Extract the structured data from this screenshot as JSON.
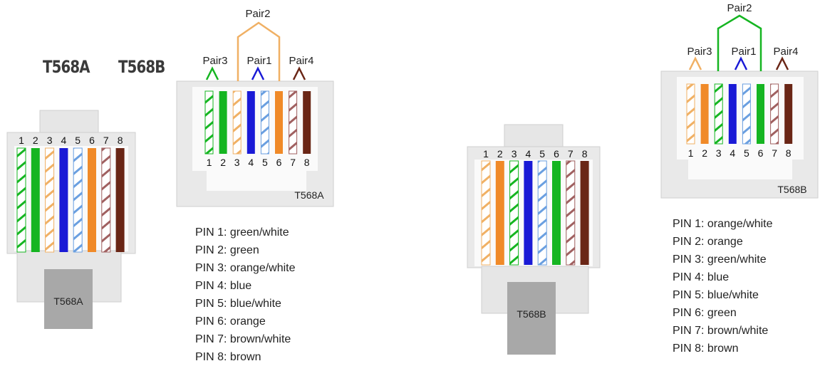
{
  "headings": {
    "a": "T568A",
    "b": "T568B"
  },
  "colors": {
    "green": "#15b521",
    "orange": "#f08a28",
    "blue": "#1a1ad6",
    "brown": "#6a2616",
    "green_light": "#b9e6b8",
    "orange_light": "#f6d89e",
    "blue_light": "#cfe2f6",
    "brown_light": "#e0c3bf",
    "pair2_line": "#f0b064"
  },
  "front_views": [
    {
      "label": "T568A",
      "pin_numbers": [
        "1",
        "2",
        "3",
        "4",
        "5",
        "6",
        "7",
        "8"
      ],
      "wires": [
        "green_stripe",
        "green",
        "orange_stripe",
        "blue",
        "blue_stripe",
        "orange",
        "brown_stripe",
        "brown"
      ]
    },
    {
      "label": "T568B",
      "pin_numbers": [
        "1",
        "2",
        "3",
        "4",
        "5",
        "6",
        "7",
        "8"
      ],
      "wires": [
        "orange_stripe",
        "orange",
        "green_stripe",
        "blue",
        "blue_stripe",
        "green",
        "brown_stripe",
        "brown"
      ]
    }
  ],
  "top_views": [
    {
      "label": "T568A",
      "pairs": [
        "Pair2",
        "Pair3",
        "Pair1",
        "Pair4"
      ],
      "pin_numbers": [
        "1",
        "2",
        "3",
        "4",
        "5",
        "6",
        "7",
        "8"
      ],
      "wires": [
        "green_stripe",
        "green",
        "orange_stripe",
        "blue",
        "blue_stripe",
        "orange",
        "brown_stripe",
        "brown"
      ],
      "pins": [
        "PIN 1: green/white",
        "PIN 2: green",
        "PIN 3: orange/white",
        "PIN 4: blue",
        "PIN 5: blue/white",
        "PIN 6: orange",
        "PIN 7: brown/white",
        "PIN 8: brown"
      ]
    },
    {
      "label": "T568B",
      "pairs": [
        "Pair2",
        "Pair3",
        "Pair1",
        "Pair4"
      ],
      "pin_numbers": [
        "1",
        "2",
        "3",
        "4",
        "5",
        "6",
        "7",
        "8"
      ],
      "wires": [
        "orange_stripe",
        "orange",
        "green_stripe",
        "blue",
        "blue_stripe",
        "green",
        "brown_stripe",
        "brown"
      ],
      "pins": [
        "PIN 1: orange/white",
        "PIN 2: orange",
        "PIN 3: green/white",
        "PIN 4: blue",
        "PIN 5: blue/white",
        "PIN 6: green",
        "PIN 7: brown/white",
        "PIN 8: brown"
      ]
    }
  ]
}
